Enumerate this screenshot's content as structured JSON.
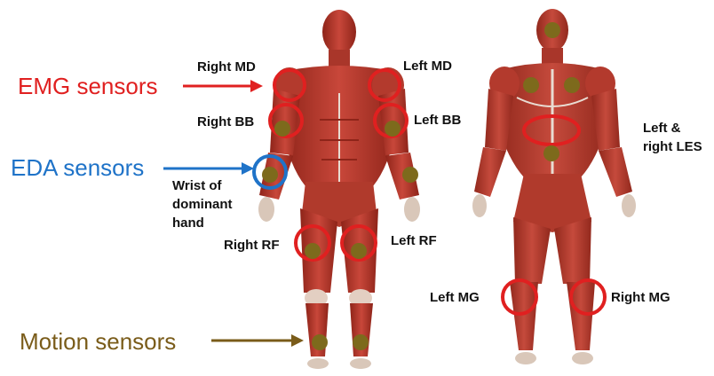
{
  "legend": {
    "emg": "EMG sensors",
    "eda": "EDA sensors",
    "motion": "Motion sensors"
  },
  "labels": {
    "right_md": "Right MD",
    "left_md": "Left MD",
    "right_bb": "Right BB",
    "left_bb": "Left BB",
    "wrist_line1": "Wrist of",
    "wrist_line2": "dominant",
    "wrist_line3": "hand",
    "right_rf": "Right RF",
    "left_rf": "Left RF",
    "left_les_line1": "Left &",
    "left_les_line2": "right LES",
    "left_mg": "Left MG",
    "right_mg": "Right MG"
  },
  "colors": {
    "emg": "#e02020",
    "eda": "#1f73c8",
    "motion": "#7a5c1a",
    "muscle": "#b83a2c",
    "muscle_dark": "#8e2419",
    "tendon": "#e9dcd2"
  }
}
